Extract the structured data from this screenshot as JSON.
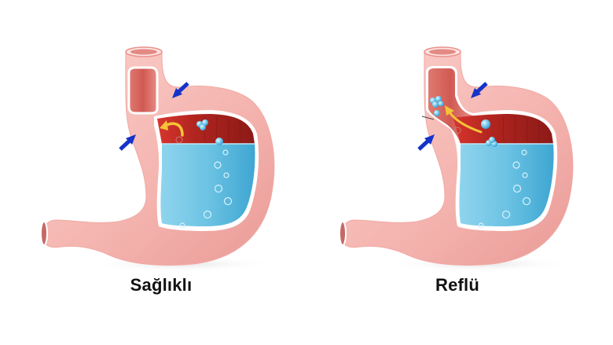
{
  "figure": {
    "type": "medical-illustration",
    "subject": "stomach-comparison",
    "panels": [
      {
        "id": "healthy",
        "caption": "Sağlıklı",
        "features": [
          "esophagus",
          "closed-lower-esophageal-sphincter",
          "gastric-acid",
          "curved-arrow-acid-retained",
          "two-sphincter-pressure-arrows",
          "duodenum"
        ]
      },
      {
        "id": "reflux",
        "caption": "Reflü",
        "features": [
          "esophagus",
          "open-lower-esophageal-sphincter",
          "gastric-acid",
          "acid-bubbles-rising-into-esophagus",
          "yellow-reflux-arrow",
          "two-sphincter-pressure-arrows",
          "duodenum"
        ]
      }
    ],
    "colors": {
      "stomach_wall": "#f6b9b4",
      "stomach_wall_shade": "#e99a96",
      "lumen_red": "#a8221e",
      "esophagus_lumen": "#d9665f",
      "acid_blue": "#6cc3e3",
      "acid_blue_dark": "#3ea6d2",
      "arrow_blue": "#1533c9",
      "reflux_arrow": "#f5c338",
      "caption": "#111111"
    }
  }
}
